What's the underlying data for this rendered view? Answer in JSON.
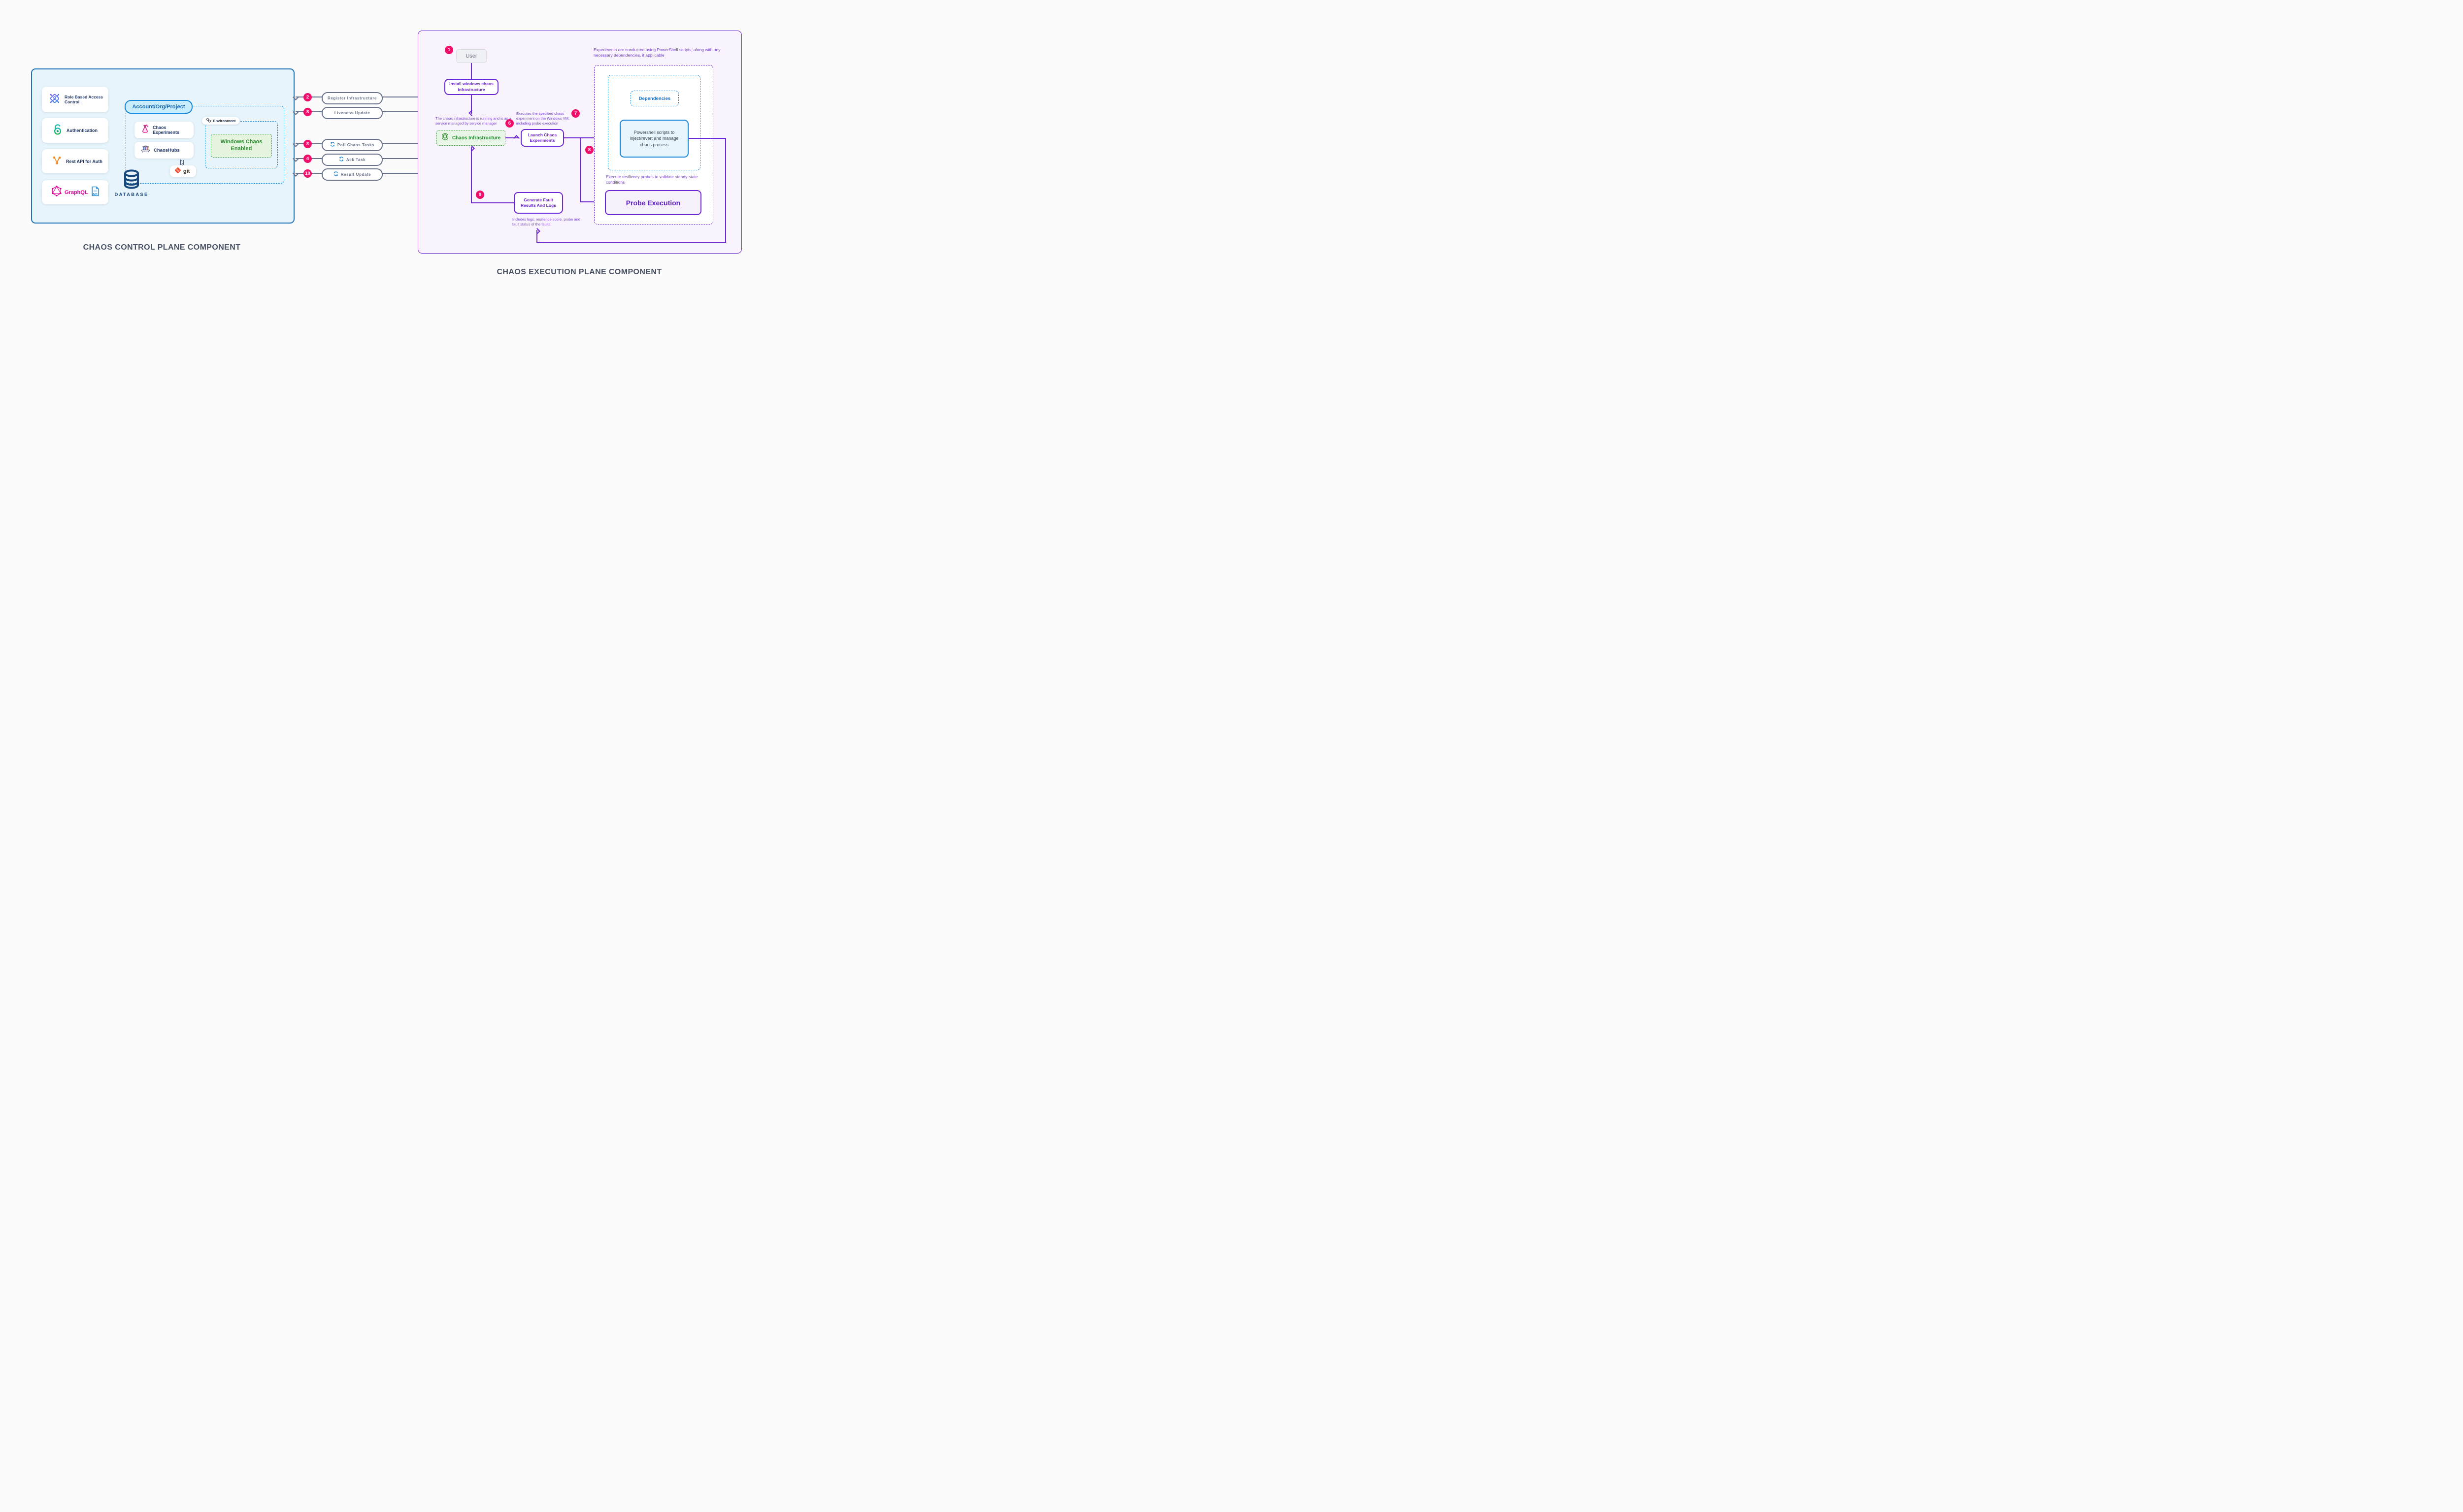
{
  "control": {
    "title": "CHAOS CONTROL PLANE COMPONENT",
    "cards": [
      {
        "label": "Role Based Access Control"
      },
      {
        "label": "Authentication"
      },
      {
        "label": "Rest API for Auth"
      },
      {
        "label": "GraphQL"
      }
    ],
    "api_badge": "API",
    "database_label": "DATABASE",
    "account_pill": "Account/Org/Project",
    "chaos_experiments": "Chaos Experiments",
    "chaoshubs": "ChaosHubs",
    "git_label": "git",
    "environment_label": "Environment",
    "windows_chaos_enabled": "Windows Chaos Enabled"
  },
  "flows": [
    {
      "num": "2",
      "label": "Register Infrastructure"
    },
    {
      "num": "3",
      "label": "Liveness Update"
    },
    {
      "num": "3",
      "label": "Poll Chaos Tasks"
    },
    {
      "num": "4",
      "label": "Ack Task"
    },
    {
      "num": "10",
      "label": "Result Update"
    }
  ],
  "execution": {
    "title": "CHAOS EXECUTION PLANE COMPONENT",
    "badge_user": "1",
    "user_label": "User",
    "install_label": "Install windows chaos infrastructure",
    "badge_running": "6",
    "note_running": "The chaos infrastructure is running and is as a service managed by service manager",
    "chaos_infrastructure_label": "Chaos Infrastructure",
    "badge_executes": "7",
    "note_executes": "Executes the specified chaos experiment on the Windows VM, including probe execution",
    "launch_label": "Launch Chaos Experiments",
    "badge_branch": "8",
    "note_powershell": "Experiments are conducted using PowerShell scripts, along with any necessary dependencies, if applicable",
    "dependencies_label": "Dependencies",
    "powershell_label": "Powershell scripts to inject/revert and manage chaos process",
    "note_probes": "Execute resiliency probes to validate steady-state conditions",
    "probe_execution_label": "Probe Execution",
    "badge_results": "9",
    "generate_label": "Generate Fault Results And Logs",
    "note_includes": "Includes logs, resilience score, probe and fault status of the faults."
  },
  "colors": {
    "badge": "#F0106B",
    "purple": "#6D28D2",
    "annotation": "#7443C9",
    "blue": "#1886D9",
    "slate": "#68728A",
    "navy": "#17497E",
    "green_border": "#46A04B",
    "green_text": "#1D8A2C",
    "graphql_pink": "#E10098",
    "git_orange": "#F05033",
    "title": "#475063"
  }
}
